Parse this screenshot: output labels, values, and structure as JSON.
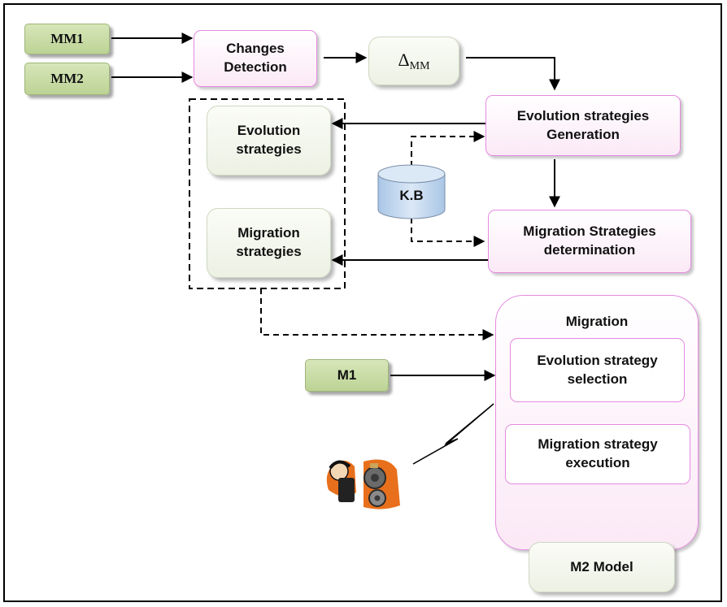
{
  "diagram": {
    "inputs": {
      "mm1": "MM1",
      "mm2": "MM2",
      "m1": "M1"
    },
    "changes_detection": "Changes Detection",
    "delta": {
      "symbol": "Δ",
      "subscript": "MM"
    },
    "evolution_strategies_generation": "Evolution strategies Generation",
    "migration_strategies_determination": "Migration Strategies determination",
    "evolution_strategies": "Evolution strategies",
    "migration_strategies": "Migration strategies",
    "knowledge_base": "K.B",
    "migration": {
      "title": "Migration",
      "evolution_strategy_selection": "Evolution strategy selection",
      "migration_strategy_execution": "Migration strategy execution"
    },
    "output": "M2 Model",
    "colors": {
      "green_box": "#bcd395",
      "pink_border": "#e58be0",
      "cream_box": "#edf1e4",
      "kb_cylinder": "#c5daf0"
    },
    "icons": [
      "user-gears-icon",
      "lightning-icon"
    ]
  }
}
